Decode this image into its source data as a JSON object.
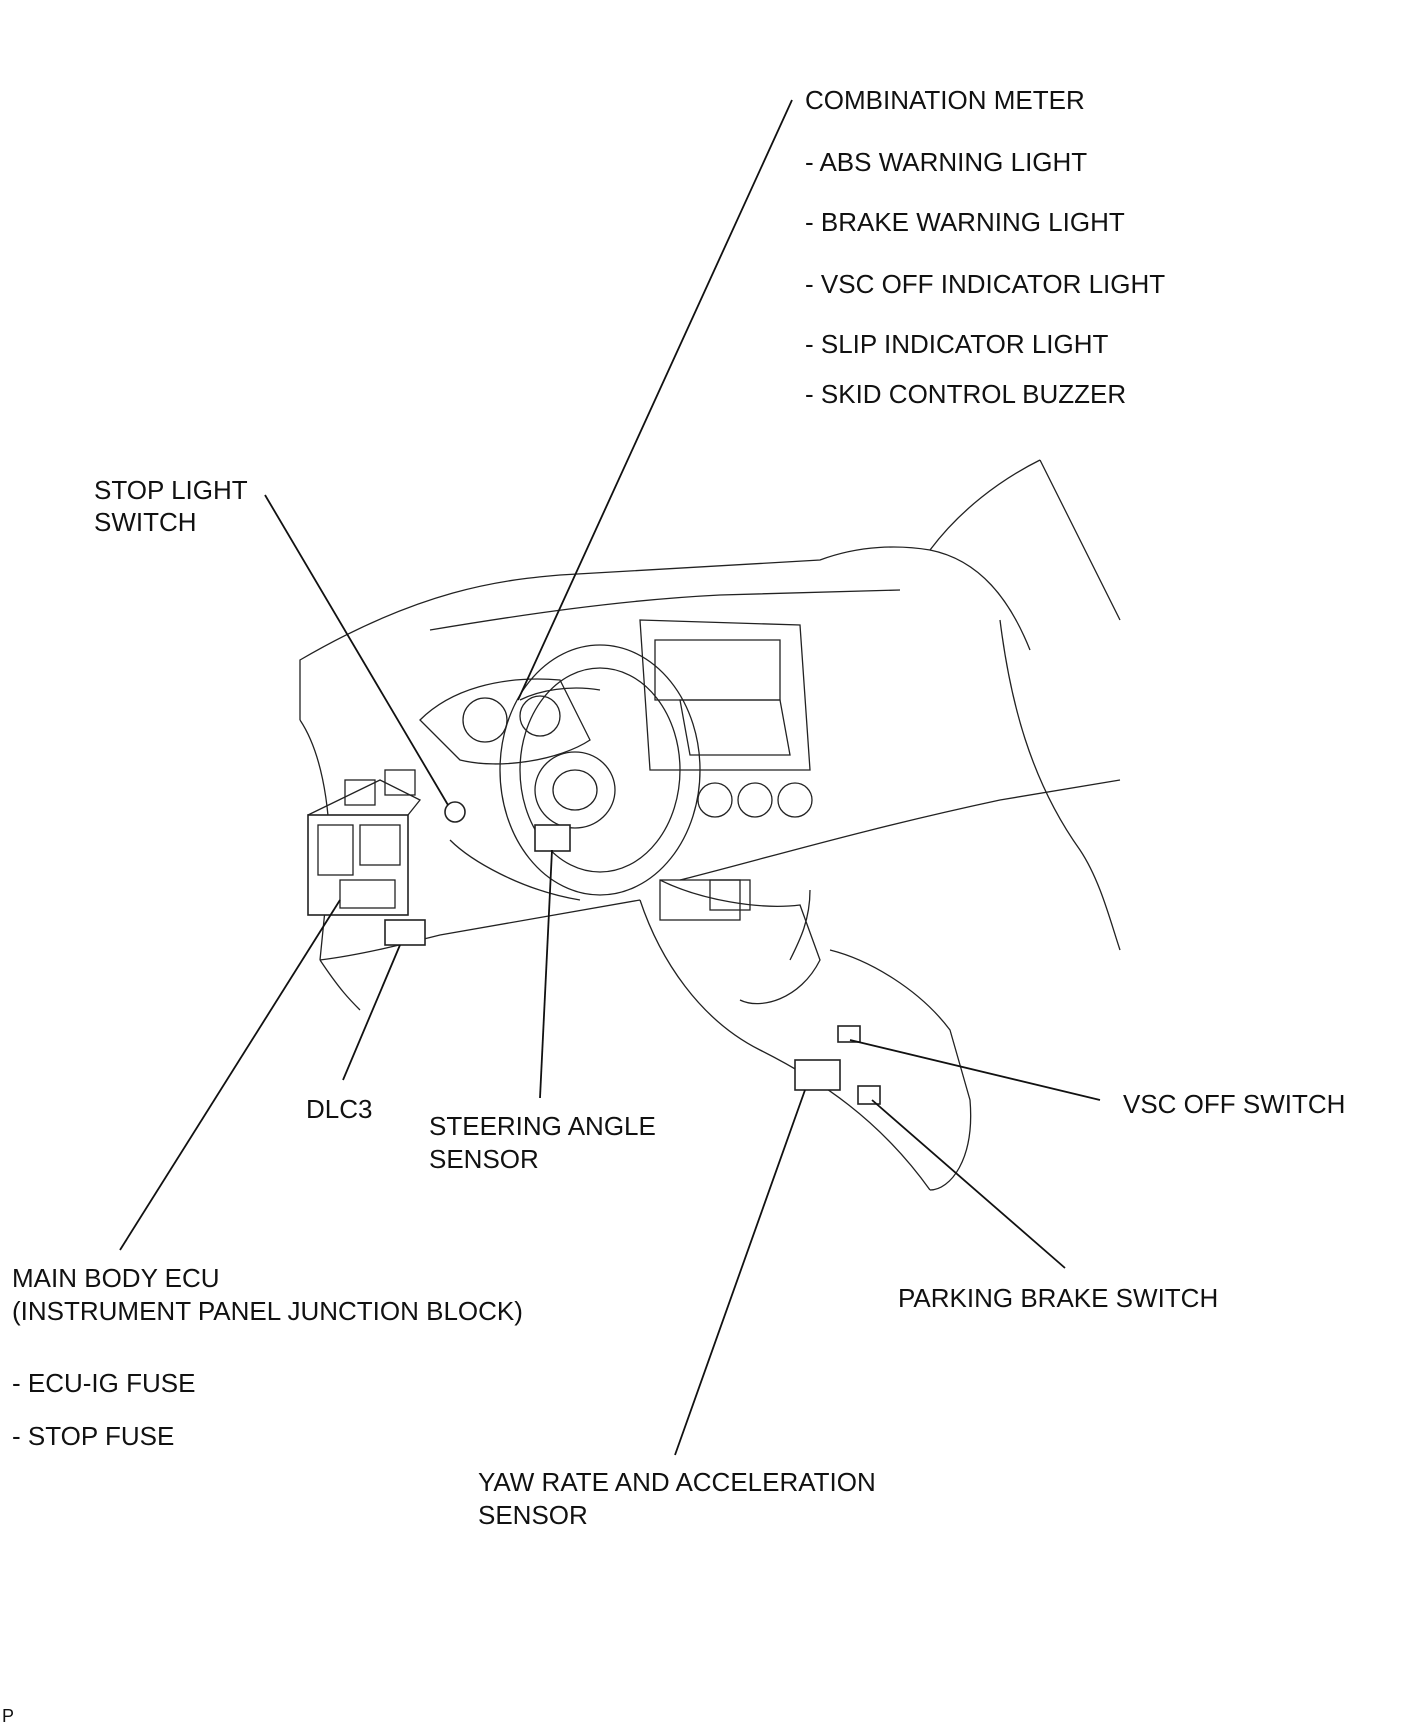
{
  "labels": {
    "combination_meter": "COMBINATION METER",
    "abs_warning_light": "- ABS WARNING LIGHT",
    "brake_warning_light": "- BRAKE WARNING LIGHT",
    "vsc_off_indicator_light": "- VSC OFF INDICATOR LIGHT",
    "slip_indicator_light": "- SLIP INDICATOR LIGHT",
    "skid_control_buzzer": "- SKID CONTROL BUZZER",
    "stop_light_switch_1": "STOP LIGHT",
    "stop_light_switch_2": "SWITCH",
    "dlc3": "DLC3",
    "steering_angle_sensor_1": "STEERING ANGLE",
    "steering_angle_sensor_2": "SENSOR",
    "vsc_off_switch": "VSC OFF SWITCH",
    "main_body_ecu": "MAIN BODY ECU",
    "instrument_panel_junction_block": "(INSTRUMENT PANEL JUNCTION BLOCK)",
    "ecu_ig_fuse": "- ECU-IG  FUSE",
    "stop_fuse": "- STOP FUSE",
    "parking_brake_switch": "PARKING BRAKE SWITCH",
    "yaw_rate_sensor_1": "YAW RATE AND ACCELERATION",
    "yaw_rate_sensor_2": "SENSOR",
    "corner_mark": "P"
  }
}
